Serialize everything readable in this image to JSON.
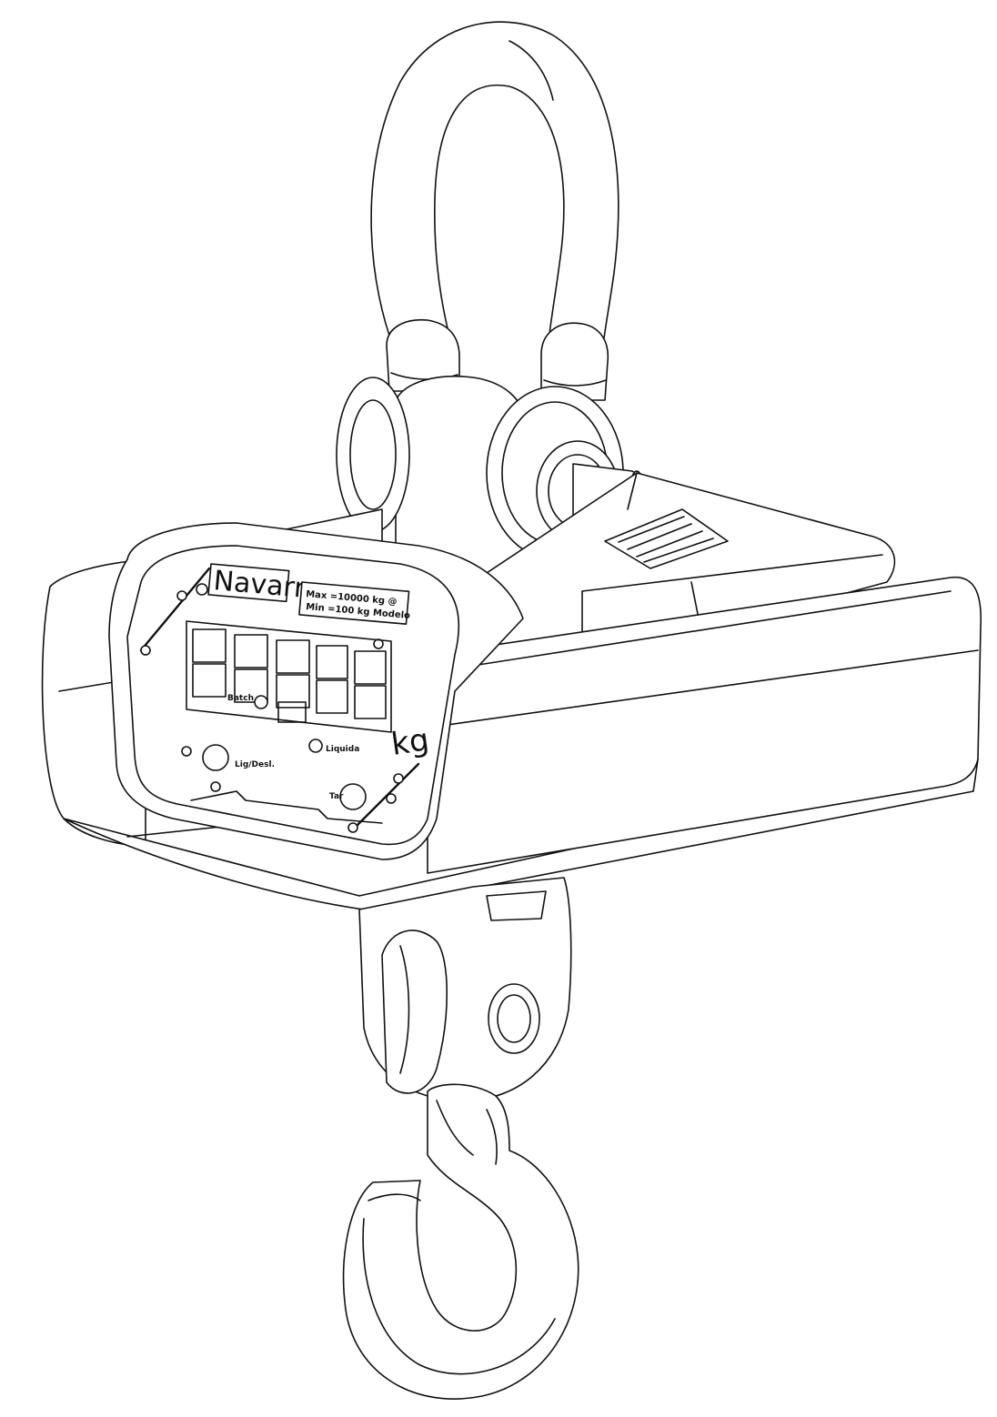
{
  "device": {
    "brand": "Navarro",
    "spec_line_1": "Max =10000 kg @",
    "spec_line_2": "Min =100 kg   Modelo",
    "unit": "kg",
    "digit_count": 5,
    "buttons": {
      "batch": "Batch",
      "liquidate": "Liquida",
      "light": "Lig/Desl.",
      "tare": "Tar"
    }
  }
}
